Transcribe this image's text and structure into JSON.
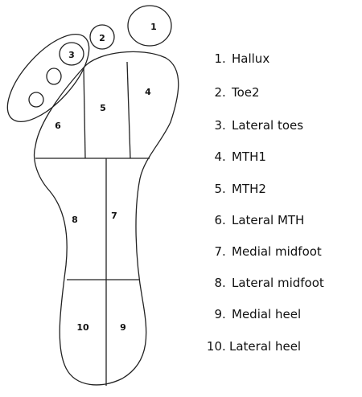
{
  "regions": [
    {
      "num": "1",
      "label": "Hallux"
    },
    {
      "num": "2",
      "label": "Toe2"
    },
    {
      "num": "3",
      "label": "Lateral toes"
    },
    {
      "num": "4",
      "label": "MTH1"
    },
    {
      "num": "5",
      "label": "MTH2"
    },
    {
      "num": "6",
      "label": "Lateral MTH"
    },
    {
      "num": "7",
      "label": "Medial midfoot"
    },
    {
      "num": "8",
      "label": "Lateral midfoot"
    },
    {
      "num": "9",
      "label": "Medial heel"
    },
    {
      "num": "10",
      "label": "Lateral heel"
    }
  ]
}
